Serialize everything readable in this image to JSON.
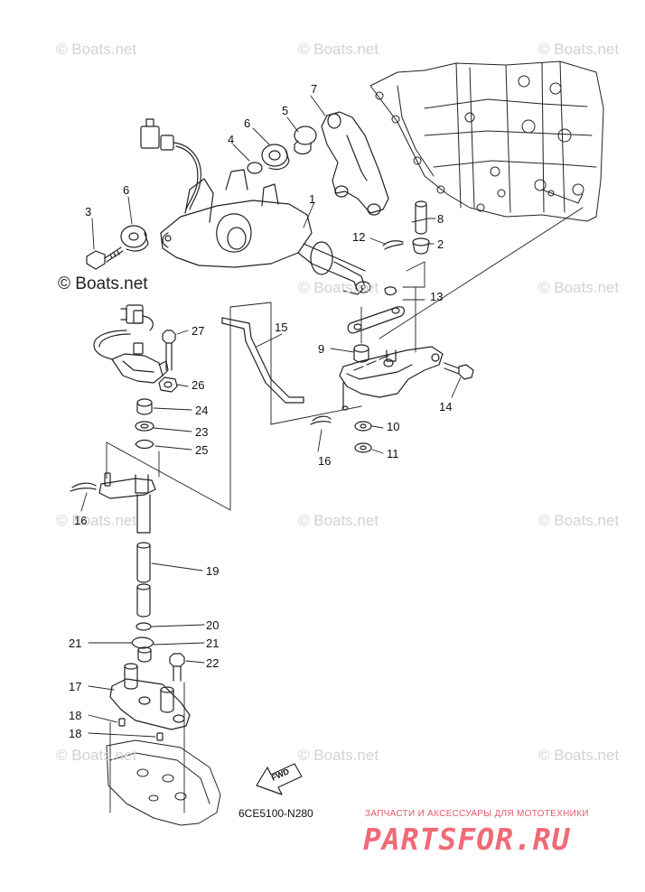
{
  "watermarks": [
    "© Boats.net",
    "© Boats.net",
    "© Boats.net",
    "© Boats.net",
    "© Boats.net",
    "© Boats.net",
    "© Boats.net",
    "© Boats.net",
    "© Boats.net",
    "© Boats.net",
    "© Boats.net",
    "© Boats.net"
  ],
  "watermark_dark": "© Boats.net",
  "callouts": [
    "1",
    "2",
    "3",
    "4",
    "5",
    "6",
    "6",
    "7",
    "8",
    "9",
    "10",
    "11",
    "12",
    "13",
    "14",
    "15",
    "16",
    "16",
    "17",
    "18",
    "18",
    "19",
    "20",
    "21",
    "21",
    "22",
    "23",
    "24",
    "25",
    "26",
    "27"
  ],
  "fwd_label": "FWD",
  "diagram_code": "6CE5100-N280",
  "shop": {
    "tagline": "ЗАПЧАСТИ И АКСЕССУАРЫ ДЛЯ МОТОТЕХНИКИ",
    "brand": "PARTSFOR.RU"
  },
  "colors": {
    "line": "#222222",
    "watermark": "#d2d2d2",
    "shop": "#f06a78"
  }
}
